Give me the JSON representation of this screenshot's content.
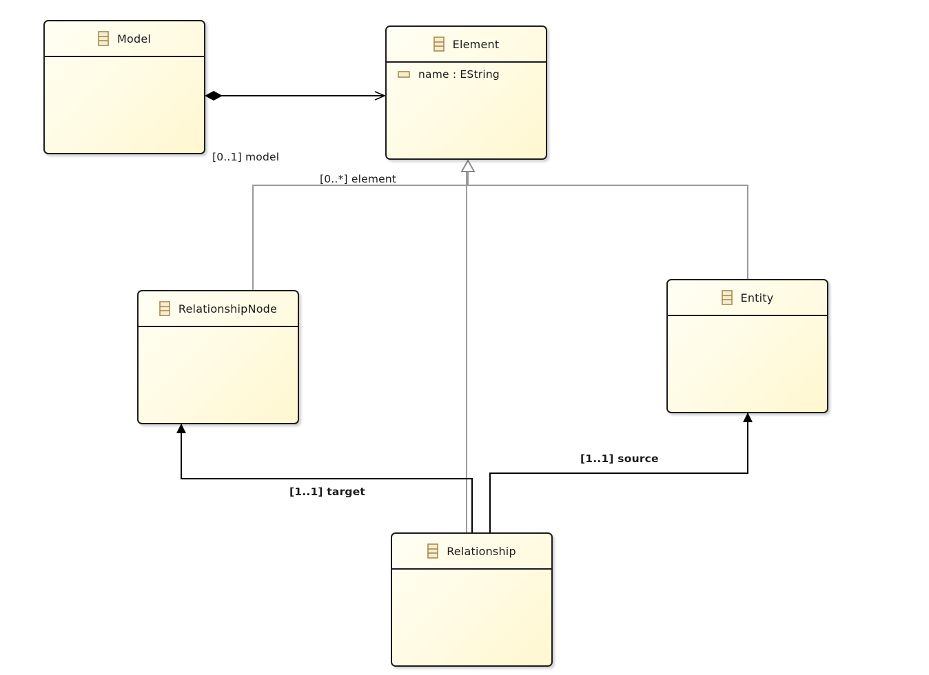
{
  "classes": {
    "model": {
      "name": "Model",
      "attributes": []
    },
    "element": {
      "name": "Element",
      "attributes": [
        {
          "text": "name : EString"
        }
      ]
    },
    "relationship_node": {
      "name": "RelationshipNode",
      "attributes": []
    },
    "entity": {
      "name": "Entity",
      "attributes": []
    },
    "relationship": {
      "name": "Relationship",
      "attributes": []
    }
  },
  "references": {
    "model_element": {
      "source_label": "[0..1] model",
      "target_label": "[0..*] element",
      "kind": "composition"
    },
    "relationship_target": {
      "label": "[1..1] target",
      "kind": "reference"
    },
    "relationship_source": {
      "label": "[1..1] source",
      "kind": "reference"
    }
  },
  "colors": {
    "class_border": "#1c1c1c",
    "class_fill_top": "#fffef4",
    "class_fill_bottom": "#fff7cf",
    "icon_stroke": "#a8894a",
    "icon_fill": "#f5edd2",
    "generalization_line": "#9a9a9a",
    "reference_line": "#000000"
  }
}
